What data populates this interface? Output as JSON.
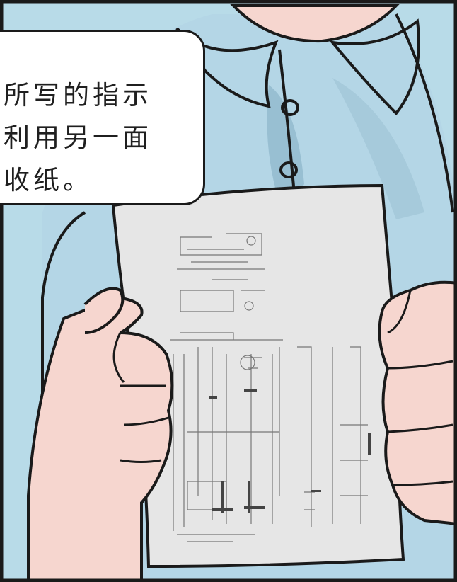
{
  "speech_bubble": {
    "lines": [
      "他所写的指示",
      "是利用另一面",
      "回收纸。"
    ]
  },
  "colors": {
    "background": "#b8dbe8",
    "shirt": "#b4d6e6",
    "shirt_shadow": "#98bfd2",
    "skin": "#f6d6cf",
    "paper": "#e6e6e6",
    "ink": "#1a1a1a"
  },
  "icons": [
    "button-icon",
    "blueprint-drawing"
  ]
}
